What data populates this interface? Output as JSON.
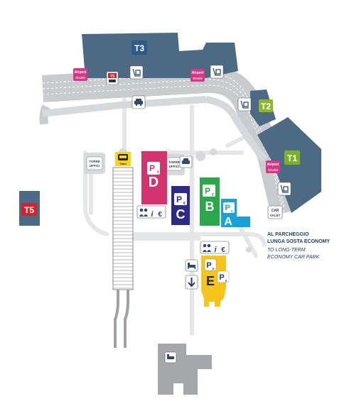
{
  "terminals": {
    "t1": "T1",
    "t2": "T2",
    "t3": "T3",
    "t5": "T5"
  },
  "car_parks": {
    "a": "A",
    "b": "B",
    "c": "C",
    "d": "D",
    "e": "E",
    "p_symbol": "P",
    "euro": "€"
  },
  "signs": {
    "airport_shuttle_top": "Airport",
    "airport_shuttle_bottom": "Shuttle",
    "torre_uffici_top": "TORRE",
    "torre_uffici_bottom": "UFFICI",
    "car_valet_top": "CAR",
    "car_valet_bottom": "VALET",
    "info_letter": "i",
    "t5_badge": "T5"
  },
  "economy_parking": {
    "italian_line1": "AL PARCHEGGIO",
    "italian_line2": "LUNGA SOSTA ECONOMY",
    "english_line1": "TO LONG-TERM",
    "english_line2": "ECONOMY CAR PARK"
  },
  "colors": {
    "terminal": "#4d6a84",
    "t1_badge": "#7ab02a",
    "t2_badge": "#8fb52b",
    "t3_badge": "#2f5b8a",
    "t5_badge": "#d0242a",
    "park_a": "#1aa1d8",
    "park_b": "#2aa84a",
    "park_c": "#2f2a86",
    "park_d": "#d3336e",
    "park_e": "#f7c41c",
    "shuttle": "#d33a86",
    "road": "#d4d7d9",
    "road_line": "#ffffff",
    "building_gray": "#a5a8ab"
  }
}
